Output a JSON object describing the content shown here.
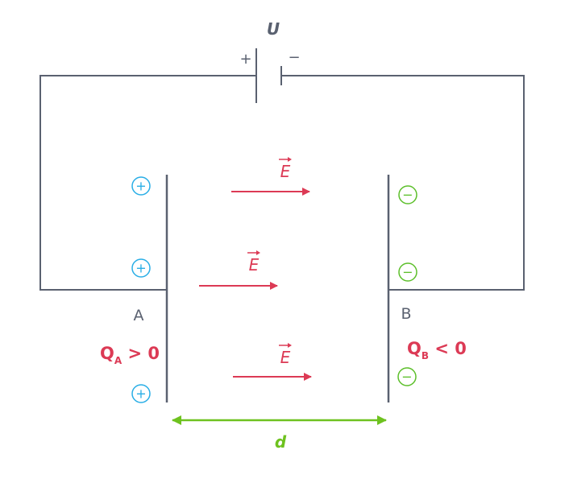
{
  "voltage_label": "U",
  "battery": {
    "plus_label": "+",
    "minus_label": "−"
  },
  "plate_a": {
    "label": "A",
    "charge": {
      "symbol": "Q",
      "subscript": "A",
      "relation": " > 0"
    },
    "charge_sign": "+"
  },
  "plate_b": {
    "label": "B",
    "charge": {
      "symbol": "Q",
      "subscript": "B",
      "relation": " < 0"
    },
    "charge_sign": "−"
  },
  "field_label": "E",
  "distance_label": "d",
  "colors": {
    "wire": "#5a6170",
    "field": "#dc3a55",
    "positive": "#29aee6",
    "negative": "#5cbf2a",
    "distance": "#6ec21f"
  }
}
